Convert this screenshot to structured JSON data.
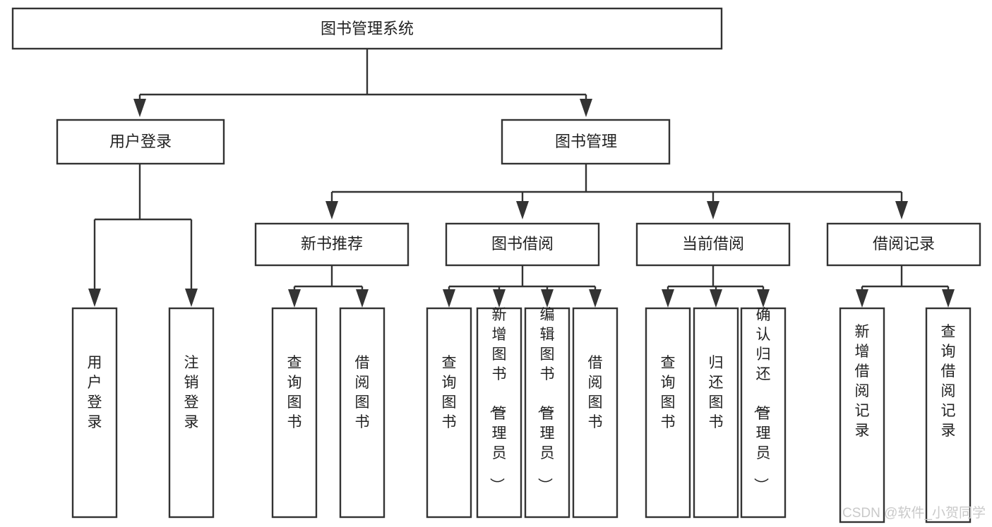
{
  "diagram": {
    "title": "图书管理系统",
    "type": "tree-hierarchy-diagram",
    "orientation": "top-down",
    "colors": {
      "box_stroke": "#333333",
      "box_fill": "#ffffff",
      "text": "#222222",
      "background": "#ffffff",
      "watermark": "#c9c9c9"
    },
    "root": {
      "label": "图书管理系统",
      "text_orientation": "horizontal"
    },
    "level2": [
      {
        "label": "用户登录",
        "text_orientation": "horizontal"
      },
      {
        "label": "图书管理",
        "text_orientation": "horizontal"
      }
    ],
    "level3": [
      {
        "label": "新书推荐",
        "text_orientation": "horizontal"
      },
      {
        "label": "图书借阅",
        "text_orientation": "horizontal"
      },
      {
        "label": "当前借阅",
        "text_orientation": "horizontal"
      },
      {
        "label": "借阅记录",
        "text_orientation": "horizontal"
      }
    ],
    "leaves": {
      "user_login": [
        {
          "label": "用户登录",
          "text_orientation": "vertical"
        },
        {
          "label": "注销登录",
          "text_orientation": "vertical"
        }
      ],
      "new_book_recommend": [
        {
          "label": "查询图书",
          "text_orientation": "vertical"
        },
        {
          "label": "借阅图书",
          "text_orientation": "vertical"
        }
      ],
      "book_borrow": [
        {
          "label": "查询图书",
          "text_orientation": "vertical"
        },
        {
          "label": "新增图书（管理员）",
          "text_orientation": "vertical"
        },
        {
          "label": "编辑图书（管理员）",
          "text_orientation": "vertical"
        },
        {
          "label": "借阅图书",
          "text_orientation": "vertical"
        }
      ],
      "current_borrow": [
        {
          "label": "查询图书",
          "text_orientation": "vertical"
        },
        {
          "label": "归还图书",
          "text_orientation": "vertical"
        },
        {
          "label": "确认归还（管理员）",
          "text_orientation": "vertical"
        }
      ],
      "borrow_record": [
        {
          "label": "新增借阅记录",
          "text_orientation": "vertical"
        },
        {
          "label": "查询借阅记录",
          "text_orientation": "vertical"
        }
      ]
    },
    "watermark": "CSDN @软件_小贺同学"
  }
}
